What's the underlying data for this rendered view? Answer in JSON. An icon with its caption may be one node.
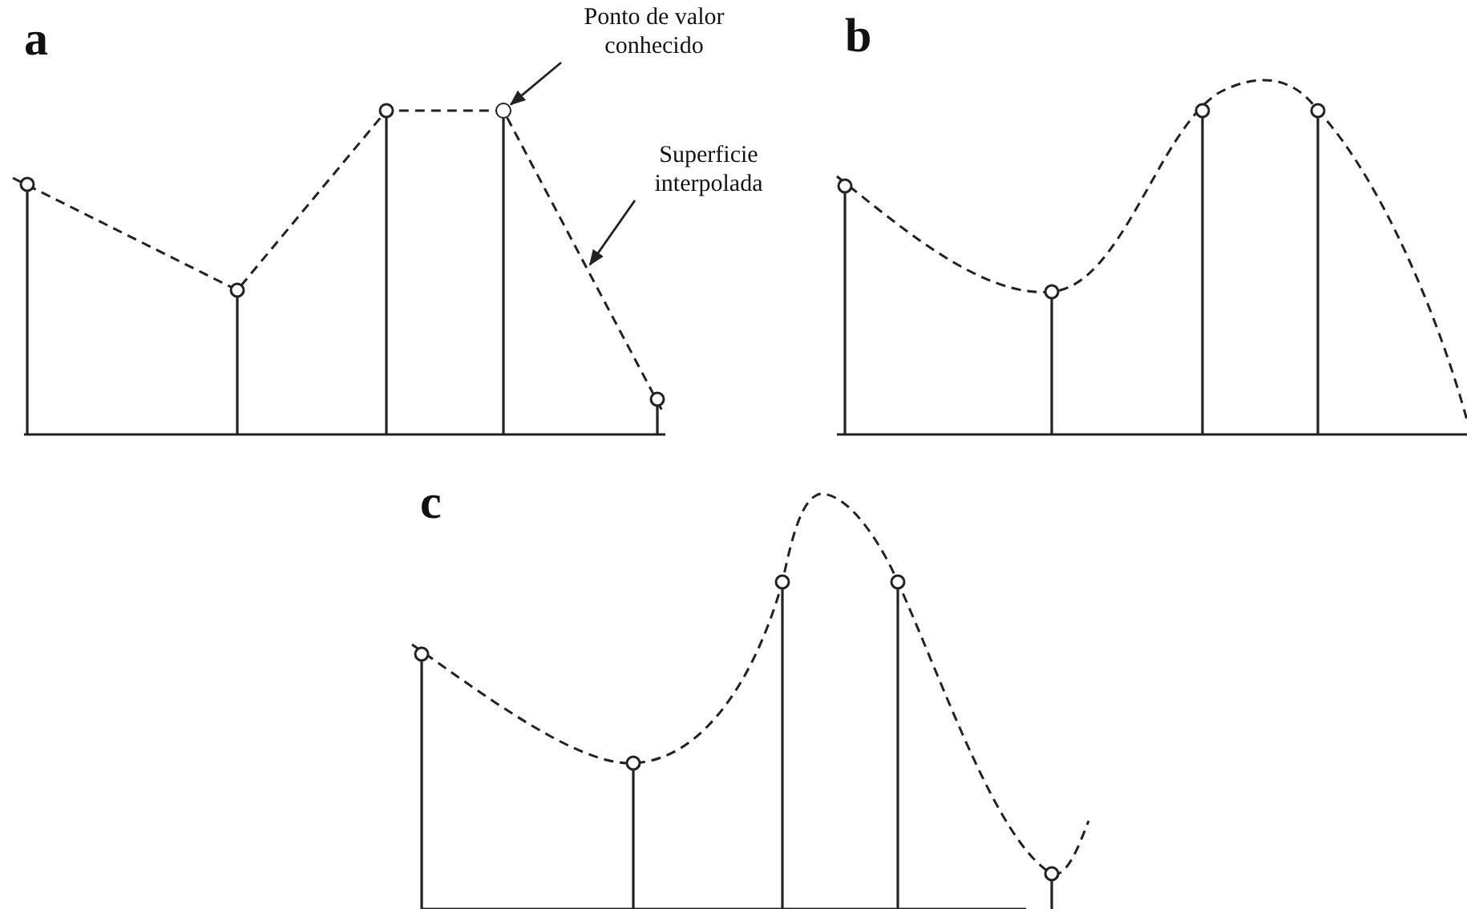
{
  "diagram": {
    "nodes": [
      {
        "text": [
          "Ponto de valor conhecido"
        ]
      },
      {
        "text": [],
        "shape": "circle"
      },
      {
        "text": [
          "Superficie interpolada"
        ]
      }
    ],
    "edges": [
      {
        "from": 0,
        "to": 1,
        "arrow": "to"
      },
      {
        "from": 2,
        "to": null,
        "arrow": "to"
      }
    ],
    "labels": [
      "a",
      "b",
      "c"
    ]
  }
}
